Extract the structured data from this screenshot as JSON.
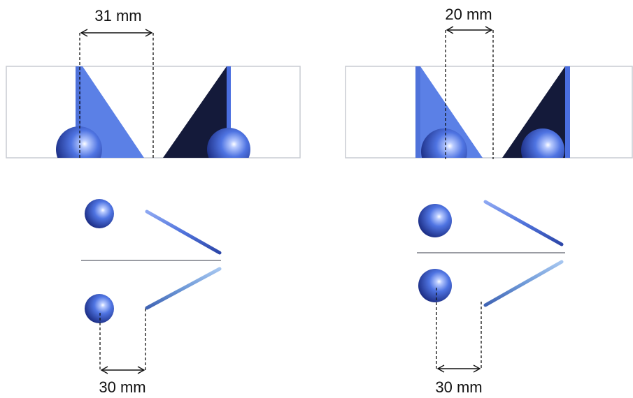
{
  "colors": {
    "light_blue": "#5b80e6",
    "dark_navy": "#141a3a",
    "ball": "#4a6ee0",
    "rod": "#5b7ee0",
    "guide_line": "#9a9ca3",
    "frame": "#c9ccd2"
  },
  "left_panel": {
    "top_dimension": "31 mm",
    "bottom_dimension": "30 mm"
  },
  "right_panel": {
    "top_dimension": "20 mm",
    "bottom_dimension": "30 mm"
  }
}
